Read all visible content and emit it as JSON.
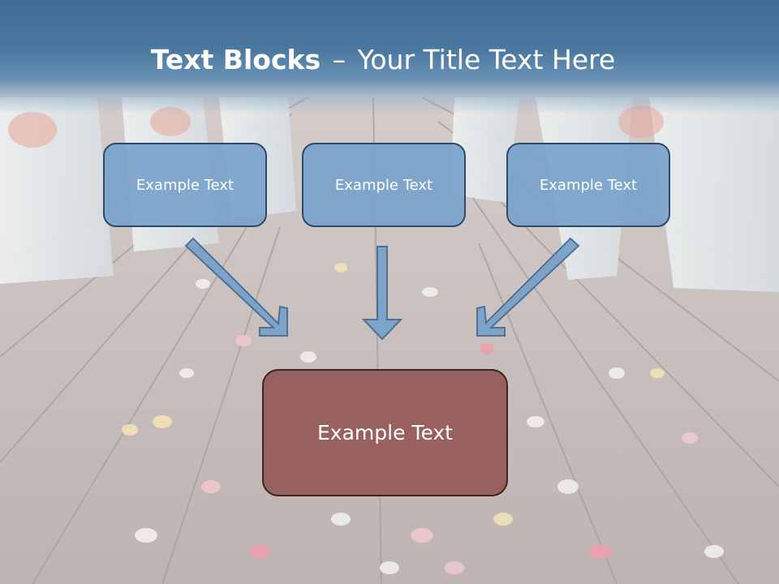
{
  "slide": {
    "title_bold": "Text Blocks",
    "title_separator": "–",
    "title_rest": "Your Title Text Here"
  },
  "diagram": {
    "boxes": [
      {
        "label": "Example Text"
      },
      {
        "label": "Example Text"
      },
      {
        "label": "Example Text"
      }
    ],
    "target": {
      "label": "Example Text"
    }
  },
  "colors": {
    "header": "#4a77a0",
    "box_fill": "#7aa2ca",
    "box_border": "#2f4a66",
    "target_fill": "#975e5d",
    "target_border": "#3d2323",
    "arrow_fill": "#7aa2ca"
  }
}
